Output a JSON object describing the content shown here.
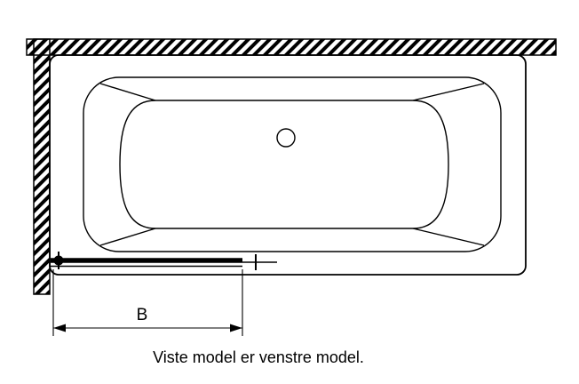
{
  "page": {
    "background_color": "#ffffff",
    "line_color": "#000000"
  },
  "diagram": {
    "type": "technical-drawing",
    "subject": "bathtub-with-shower-screen-top-view",
    "dimension_label": "B",
    "caption": "Viste model er venstre model."
  }
}
